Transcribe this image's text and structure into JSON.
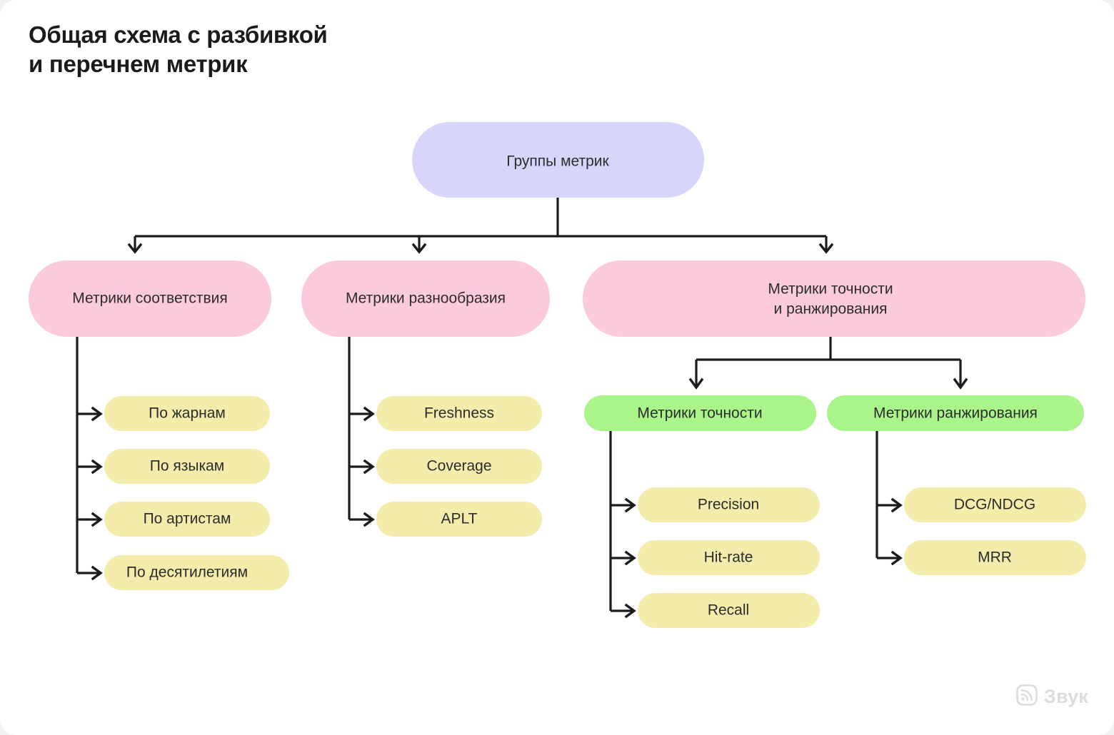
{
  "page": {
    "title": "Общая схема с разбивкой\nи перечнем метрик",
    "background": "#ffffff",
    "canvas_background": "#f2f2f2"
  },
  "colors": {
    "root": "#d6d6fb",
    "level1": "#fbcbdd",
    "level2": "#aaf58a",
    "leaf": "#f3ecaa",
    "connector": "#1b1b1b",
    "text": "#2c2c2c",
    "title": "#1b1b1b",
    "watermark": "#dcdcdc"
  },
  "diagram": {
    "type": "tree",
    "root": {
      "id": "root",
      "label": "Группы метрик",
      "color_key": "root"
    },
    "branches": [
      {
        "id": "branch-relevance",
        "label": "Метрики соответствия",
        "color_key": "level1",
        "leaves": [
          {
            "id": "leaf-genres",
            "label": "По жарнам"
          },
          {
            "id": "leaf-langs",
            "label": "По языкам"
          },
          {
            "id": "leaf-artists",
            "label": "По артистам"
          },
          {
            "id": "leaf-decades",
            "label": "По десятилетиям"
          }
        ]
      },
      {
        "id": "branch-diversity",
        "label": "Метрики разнообразия",
        "color_key": "level1",
        "leaves": [
          {
            "id": "leaf-freshness",
            "label": "Freshness"
          },
          {
            "id": "leaf-coverage",
            "label": "Coverage"
          },
          {
            "id": "leaf-aplt",
            "label": "APLT"
          }
        ]
      },
      {
        "id": "branch-accuracy-ranking",
        "label": "Метрики точности\nи ранжирования",
        "label_line1": "Метрики точности",
        "label_line2": "и ранжирования",
        "color_key": "level1",
        "subgroups": [
          {
            "id": "subgroup-accuracy",
            "label": "Метрики точности",
            "color_key": "level2",
            "leaves": [
              {
                "id": "leaf-precision",
                "label": "Precision"
              },
              {
                "id": "leaf-hitrate",
                "label": "Hit-rate"
              },
              {
                "id": "leaf-recall",
                "label": "Recall"
              }
            ]
          },
          {
            "id": "subgroup-ranking",
            "label": "Метрики ранжирования",
            "color_key": "level2",
            "leaves": [
              {
                "id": "leaf-dcg",
                "label": "DCG/NDCG"
              },
              {
                "id": "leaf-mrr",
                "label": "MRR"
              }
            ]
          }
        ]
      }
    ]
  },
  "watermark": {
    "label": "Звук",
    "icon": "signal-wave-icon"
  }
}
